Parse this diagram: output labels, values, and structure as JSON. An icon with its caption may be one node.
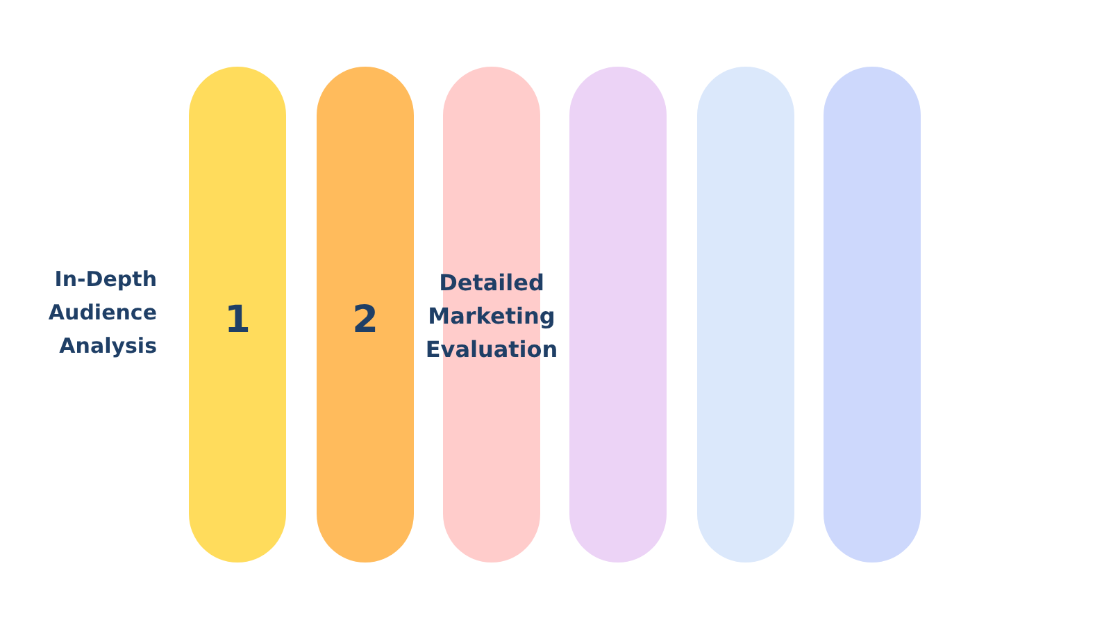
{
  "diagram": {
    "nodes": [
      {
        "text": [
          "1"
        ],
        "beside": [
          "In-Depth Audience Analysis"
        ]
      },
      {
        "text": [
          "2"
        ]
      },
      {
        "text": [
          "Detailed Marketing Evaluation"
        ]
      },
      {
        "text": [],
        "shape": "bar"
      },
      {
        "text": [],
        "shape": "bar"
      },
      {
        "text": [],
        "shape": "bar"
      }
    ]
  }
}
